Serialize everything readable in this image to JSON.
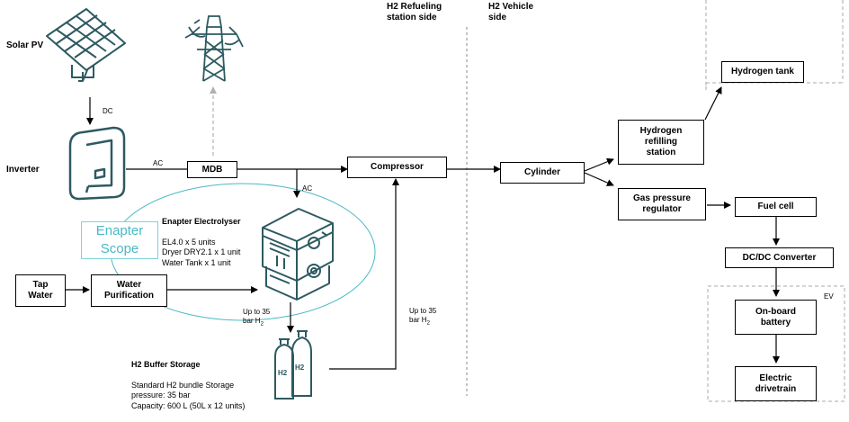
{
  "headers": {
    "station_side": "H2 Refueling\nstation side",
    "vehicle_side": "H2 Vehicle\nside"
  },
  "sources": {
    "solar_pv": "Solar PV",
    "inverter": "Inverter"
  },
  "boxes": {
    "mdb": "MDB",
    "compressor": "Compressor",
    "cylinder": "Cylinder",
    "hydrogen_tank": "Hydrogen tank",
    "refilling_station": "Hydrogen\nrefilling\nstation",
    "gas_pressure_regulator": "Gas pressure\nregulator",
    "fuel_cell": "Fuel cell",
    "dcdc_converter": "DC/DC Converter",
    "onboard_battery": "On-board\nbattery",
    "electric_drivetrain": "Electric\ndrivetrain",
    "tap_water": "Tap\nWater",
    "water_purification": "Water\nPurification"
  },
  "connector_labels": {
    "dc": "DC",
    "ac_inverter": "AC",
    "ac_electrolyser": "AC",
    "upto35_a": "Up to 35",
    "bar_h2_a": "bar H",
    "upto35_b": "Up to 35",
    "bar_h2_b": "bar H",
    "h2_sub": "2"
  },
  "electrolyser": {
    "title": "Enapter Electrolyser",
    "lines": "EL4.0 x 5 units\nDryer DRY2.1 x 1 unit\nWater Tank x 1 unit"
  },
  "scope_label": "Enapter\nScope",
  "buffer": {
    "title": "H2 Buffer Storage",
    "lines": "Standard H2 bundle Storage\npressure: 35 bar\nCapacity: 600 L (50L x 12 units)"
  },
  "cylinder_marks": {
    "left": "H2",
    "right": "H2"
  },
  "ev_label": "EV",
  "colors": {
    "icon_teal": "#2d5a61",
    "scope": "#4ab9c4",
    "grid_arrow": "#b0b0b0",
    "divider": "#888888"
  },
  "icons": [
    "solar-panel-icon",
    "power-pylon-icon",
    "inverter-icon",
    "electrolyser-icon",
    "gas-cylinders-icon"
  ]
}
